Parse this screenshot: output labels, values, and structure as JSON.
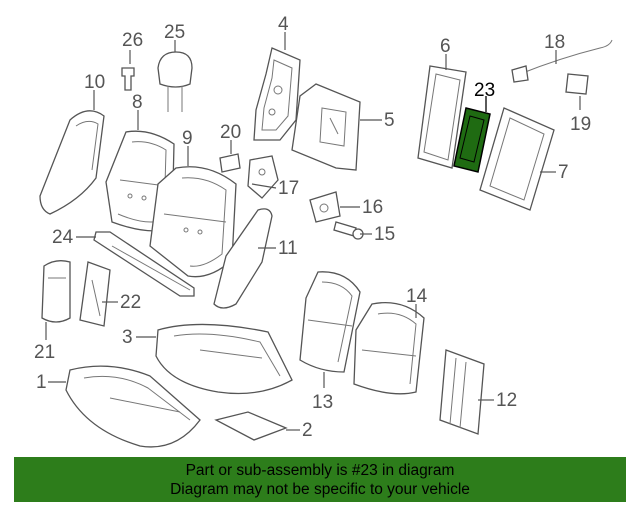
{
  "diagram": {
    "callouts": {
      "c1": "1",
      "c2": "2",
      "c3": "3",
      "c4": "4",
      "c5": "5",
      "c6": "6",
      "c7": "7",
      "c8": "8",
      "c9": "9",
      "c10": "10",
      "c11": "11",
      "c12": "12",
      "c13": "13",
      "c14": "14",
      "c15": "15",
      "c16": "16",
      "c17": "17",
      "c18": "18",
      "c19": "19",
      "c20": "20",
      "c21": "21",
      "c22": "22",
      "c23": "23",
      "c24": "24",
      "c25": "25",
      "c26": "26"
    },
    "highlight_color": "#1f6b12"
  },
  "footer": {
    "line1": "Part or sub-assembly is #23 in diagram",
    "line2": "Diagram may not be specific to your vehicle",
    "background": "#2d7d1b"
  }
}
